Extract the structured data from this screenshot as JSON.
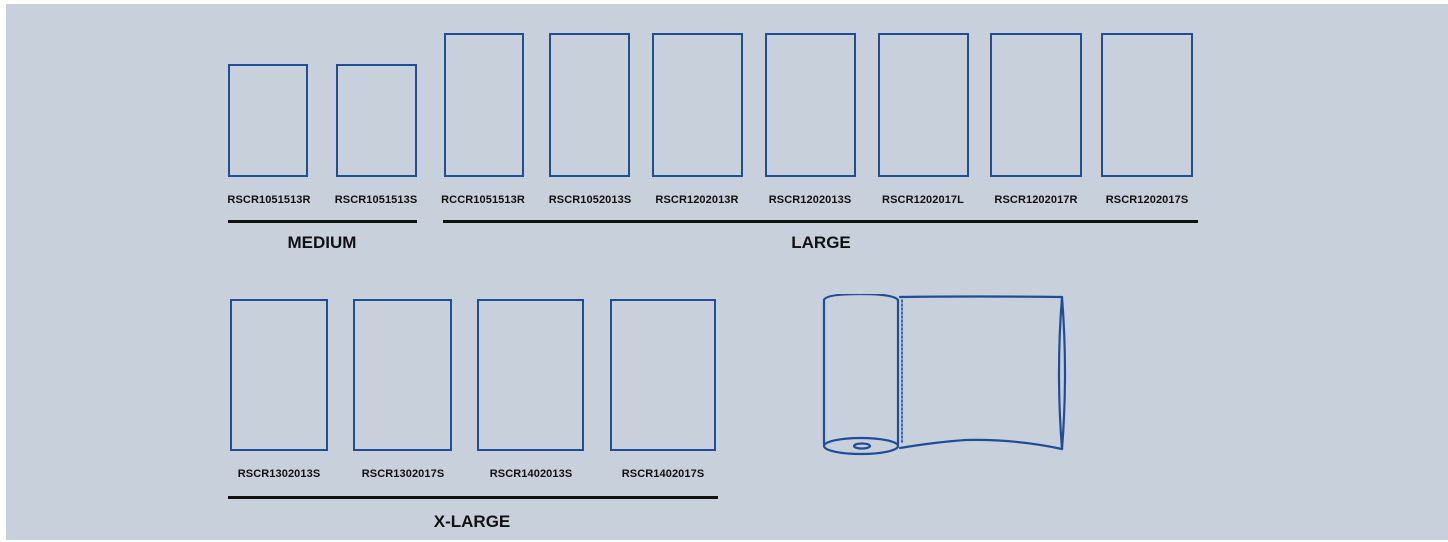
{
  "groups": {
    "medium": {
      "title": "MEDIUM",
      "codes": [
        "RSCR1051513R",
        "RSCR1051513S"
      ]
    },
    "large": {
      "title": "LARGE",
      "codes": [
        "RCCR1051513R",
        "RSCR1052013S",
        "RSCR1202013R",
        "RSCR1202013S",
        "RSCR1202017L",
        "RSCR1202017R",
        "RSCR1202017S"
      ]
    },
    "xlarge": {
      "title": "X-LARGE",
      "codes": [
        "RSCR1302013S",
        "RSCR1302017S",
        "RSCR1402013S",
        "RSCR1402017S"
      ]
    }
  },
  "roll": {
    "icon": "bag-roll-icon"
  },
  "colors": {
    "background": "#c8d0dc",
    "outline": "#1f4e96",
    "text": "#111111"
  }
}
